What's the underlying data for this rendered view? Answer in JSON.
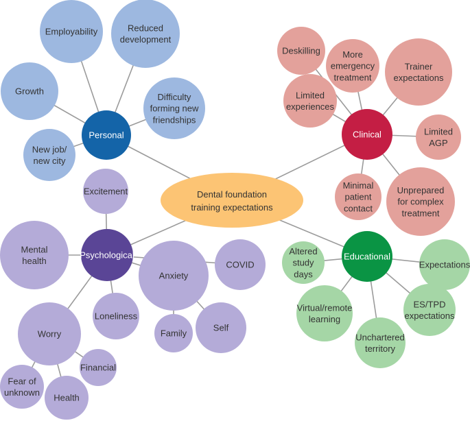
{
  "colors": {
    "personal_hub": "#1464a8",
    "personal_leaf": "#9db8e0",
    "clinical_hub": "#c41e44",
    "clinical_leaf": "#e3a19b",
    "psychological_hub": "#5a4596",
    "psychological_leaf": "#b4abd8",
    "educational_hub": "#0a9444",
    "educational_leaf": "#a5d6a6",
    "center": "#fcc474",
    "line": "#9b9b9b",
    "hub_text": "#ffffff",
    "leaf_text": "#333333"
  },
  "center": {
    "label": [
      "Dental foundation",
      "training expectations"
    ]
  },
  "hubs": {
    "personal": {
      "label": [
        "Personal"
      ]
    },
    "clinical": {
      "label": [
        "Clinical"
      ]
    },
    "psychological": {
      "label": [
        "Psychological"
      ]
    },
    "educational": {
      "label": [
        "Educational"
      ]
    }
  },
  "leaves": {
    "employability": {
      "label": [
        "Employability"
      ]
    },
    "reduced_development": {
      "label": [
        "Reduced",
        "development"
      ]
    },
    "growth": {
      "label": [
        "Growth"
      ]
    },
    "difficulty_forming_friendships": {
      "label": [
        "Difficulty",
        "forming new",
        "friendships"
      ]
    },
    "new_job_city": {
      "label": [
        "New job/",
        "new city"
      ]
    },
    "deskilling": {
      "label": [
        "Deskilling"
      ]
    },
    "more_emergency": {
      "label": [
        "More",
        "emergency",
        "treatment"
      ]
    },
    "trainer_expectations": {
      "label": [
        "Trainer",
        "expectations"
      ]
    },
    "limited_experiences": {
      "label": [
        "Limited",
        "experiences"
      ]
    },
    "limited_agp": {
      "label": [
        "Limited",
        "AGP"
      ]
    },
    "minimal_patient_contact": {
      "label": [
        "Minimal",
        "patient",
        "contact"
      ]
    },
    "unprepared_complex": {
      "label": [
        "Unprepared",
        "for complex",
        "treatment"
      ]
    },
    "excitement": {
      "label": [
        "Excitement"
      ]
    },
    "mental_health": {
      "label": [
        "Mental",
        "health"
      ]
    },
    "anxiety": {
      "label": [
        "Anxiety"
      ]
    },
    "covid": {
      "label": [
        "COVID"
      ]
    },
    "loneliness": {
      "label": [
        "Loneliness"
      ]
    },
    "worry": {
      "label": [
        "Worry"
      ]
    },
    "family": {
      "label": [
        "Family"
      ]
    },
    "self": {
      "label": [
        "Self"
      ]
    },
    "financial": {
      "label": [
        "Financial"
      ]
    },
    "fear_unknown": {
      "label": [
        "Fear of",
        "unknown"
      ]
    },
    "health": {
      "label": [
        "Health"
      ]
    },
    "altered_study_days": {
      "label": [
        "Altered",
        "study",
        "days"
      ]
    },
    "expectations": {
      "label": [
        "Expectations"
      ]
    },
    "virtual_learning": {
      "label": [
        "Virtual/remote",
        "learning"
      ]
    },
    "es_tpd_expectations": {
      "label": [
        "ES/TPD",
        "expectations"
      ]
    },
    "unchartered_territory": {
      "label": [
        "Unchartered",
        "territory"
      ]
    }
  }
}
